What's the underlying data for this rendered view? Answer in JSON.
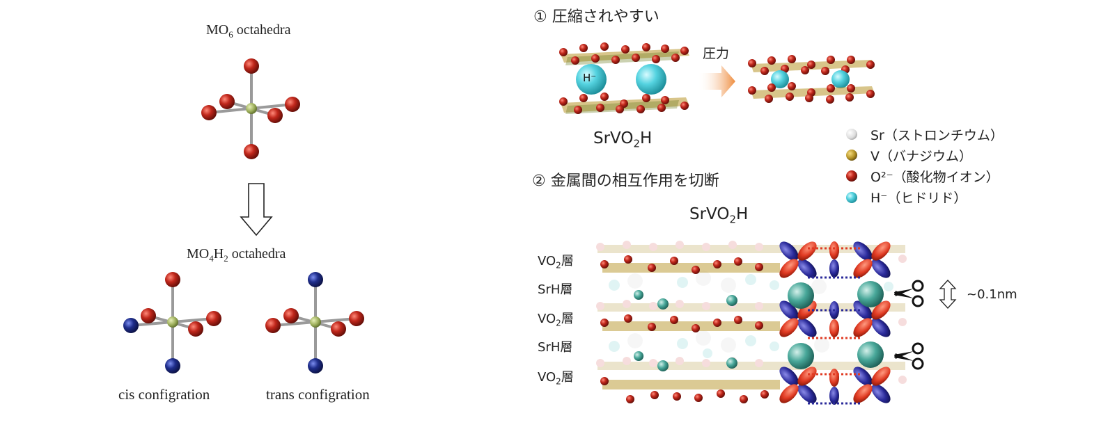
{
  "left": {
    "mo6_title": {
      "pre": "MO",
      "sub": "6",
      "post": " octahedra"
    },
    "mo4h2_title": {
      "pre1": "MO",
      "sub1": "4",
      "pre2": "H",
      "sub2": "2",
      "post": " octahedra"
    },
    "cis_label": "cis configration",
    "trans_label": "trans configration"
  },
  "right": {
    "section1_title": "① 圧縮されやすい",
    "pressure_label": "圧力",
    "hydride_label": "H⁻",
    "formula1": {
      "pre": "SrVO",
      "sub": "2",
      "post": "H"
    },
    "section2_title": "② 金属間の相互作用を切断",
    "formula2": {
      "pre": "SrVO",
      "sub": "2",
      "post": "H"
    },
    "layers": [
      {
        "pre": "VO",
        "sub": "2",
        "post": "層"
      },
      {
        "pre": "SrH層",
        "sub": "",
        "post": ""
      },
      {
        "pre": "VO",
        "sub": "2",
        "post": "層"
      },
      {
        "pre": "SrH層",
        "sub": "",
        "post": ""
      },
      {
        "pre": "VO",
        "sub": "2",
        "post": "層"
      }
    ],
    "distance_label": "~0.1nm",
    "legend": [
      {
        "text": "Sr（ストロンチウム）",
        "color": "#c8c8c8"
      },
      {
        "text": "V（バナジウム）",
        "color": "#b8962a"
      },
      {
        "text": "O²⁻（酸化物イオン）",
        "color": "#b82418"
      },
      {
        "text": "H⁻（ヒドリド）",
        "color": "#3fb5c4"
      }
    ]
  },
  "colors": {
    "oxygen": "#c0271b",
    "hydride": "#1f2e8c",
    "metal": "#9cae5a",
    "arrow_orange": "#ee8b3c",
    "orbital_red": "#e03a22",
    "orbital_blue": "#2a2a9a",
    "teal": "#49a89a"
  }
}
